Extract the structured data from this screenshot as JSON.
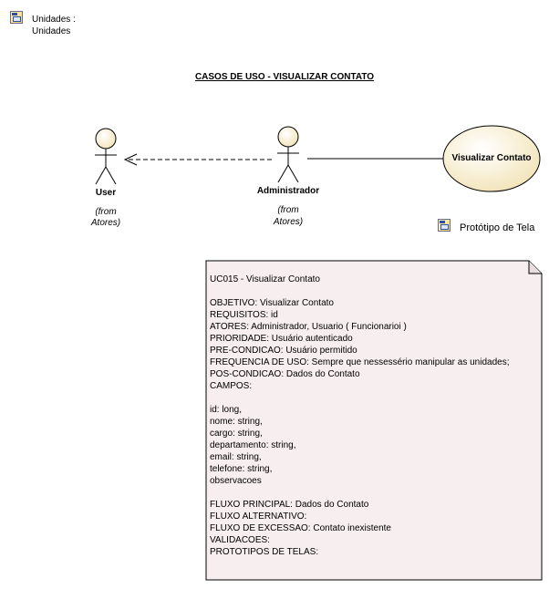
{
  "package": {
    "icon": "package-icon",
    "line1": "Unidades :",
    "line2": "Unidades"
  },
  "diagram": {
    "title": "CASOS DE USO - VISUALIZAR CONTATO",
    "actors": [
      {
        "name": "User",
        "from_line1": "(from",
        "from_line2": "Atores)"
      },
      {
        "name": "Administrador",
        "from_line1": "(from",
        "from_line2": "Atores)"
      }
    ],
    "use_case": {
      "label": "Visualizar Contato"
    },
    "prototype_link": {
      "icon": "package-icon",
      "label": "Protótipo de Tela"
    },
    "colors": {
      "actor_fill": "#fbf3d8",
      "usecase_fill": "#fbf3d8",
      "note_fill": "#f7eef0",
      "line": "#000000"
    }
  },
  "note": {
    "lines": [
      "UC015 - Visualizar Contato",
      "",
      "OBJETIVO: Visualizar Contato",
      "REQUISITOS: id",
      "ATORES: Administrador, Usuario ( Funcionarioi )",
      "PRIORIDADE: Usuário autenticado",
      "PRE-CONDICAO: Usuário permitido",
      "FREQUENCIA DE USO: Sempre que nessessério manipular as unidades;",
      "POS-CONDICAO: Dados do Contato",
      "CAMPOS:",
      "",
      "id: long,",
      "nome: string,",
      "cargo: string,",
      "departamento: string,",
      "email: string,",
      "telefone: string,",
      "observacoes",
      "",
      "FLUXO PRINCIPAL: Dados do Contato",
      "FLUXO ALTERNATIVO:",
      "FLUXO DE EXCESSAO: Contato inexistente",
      "VALIDACOES:",
      "PROTOTIPOS DE TELAS:"
    ]
  }
}
